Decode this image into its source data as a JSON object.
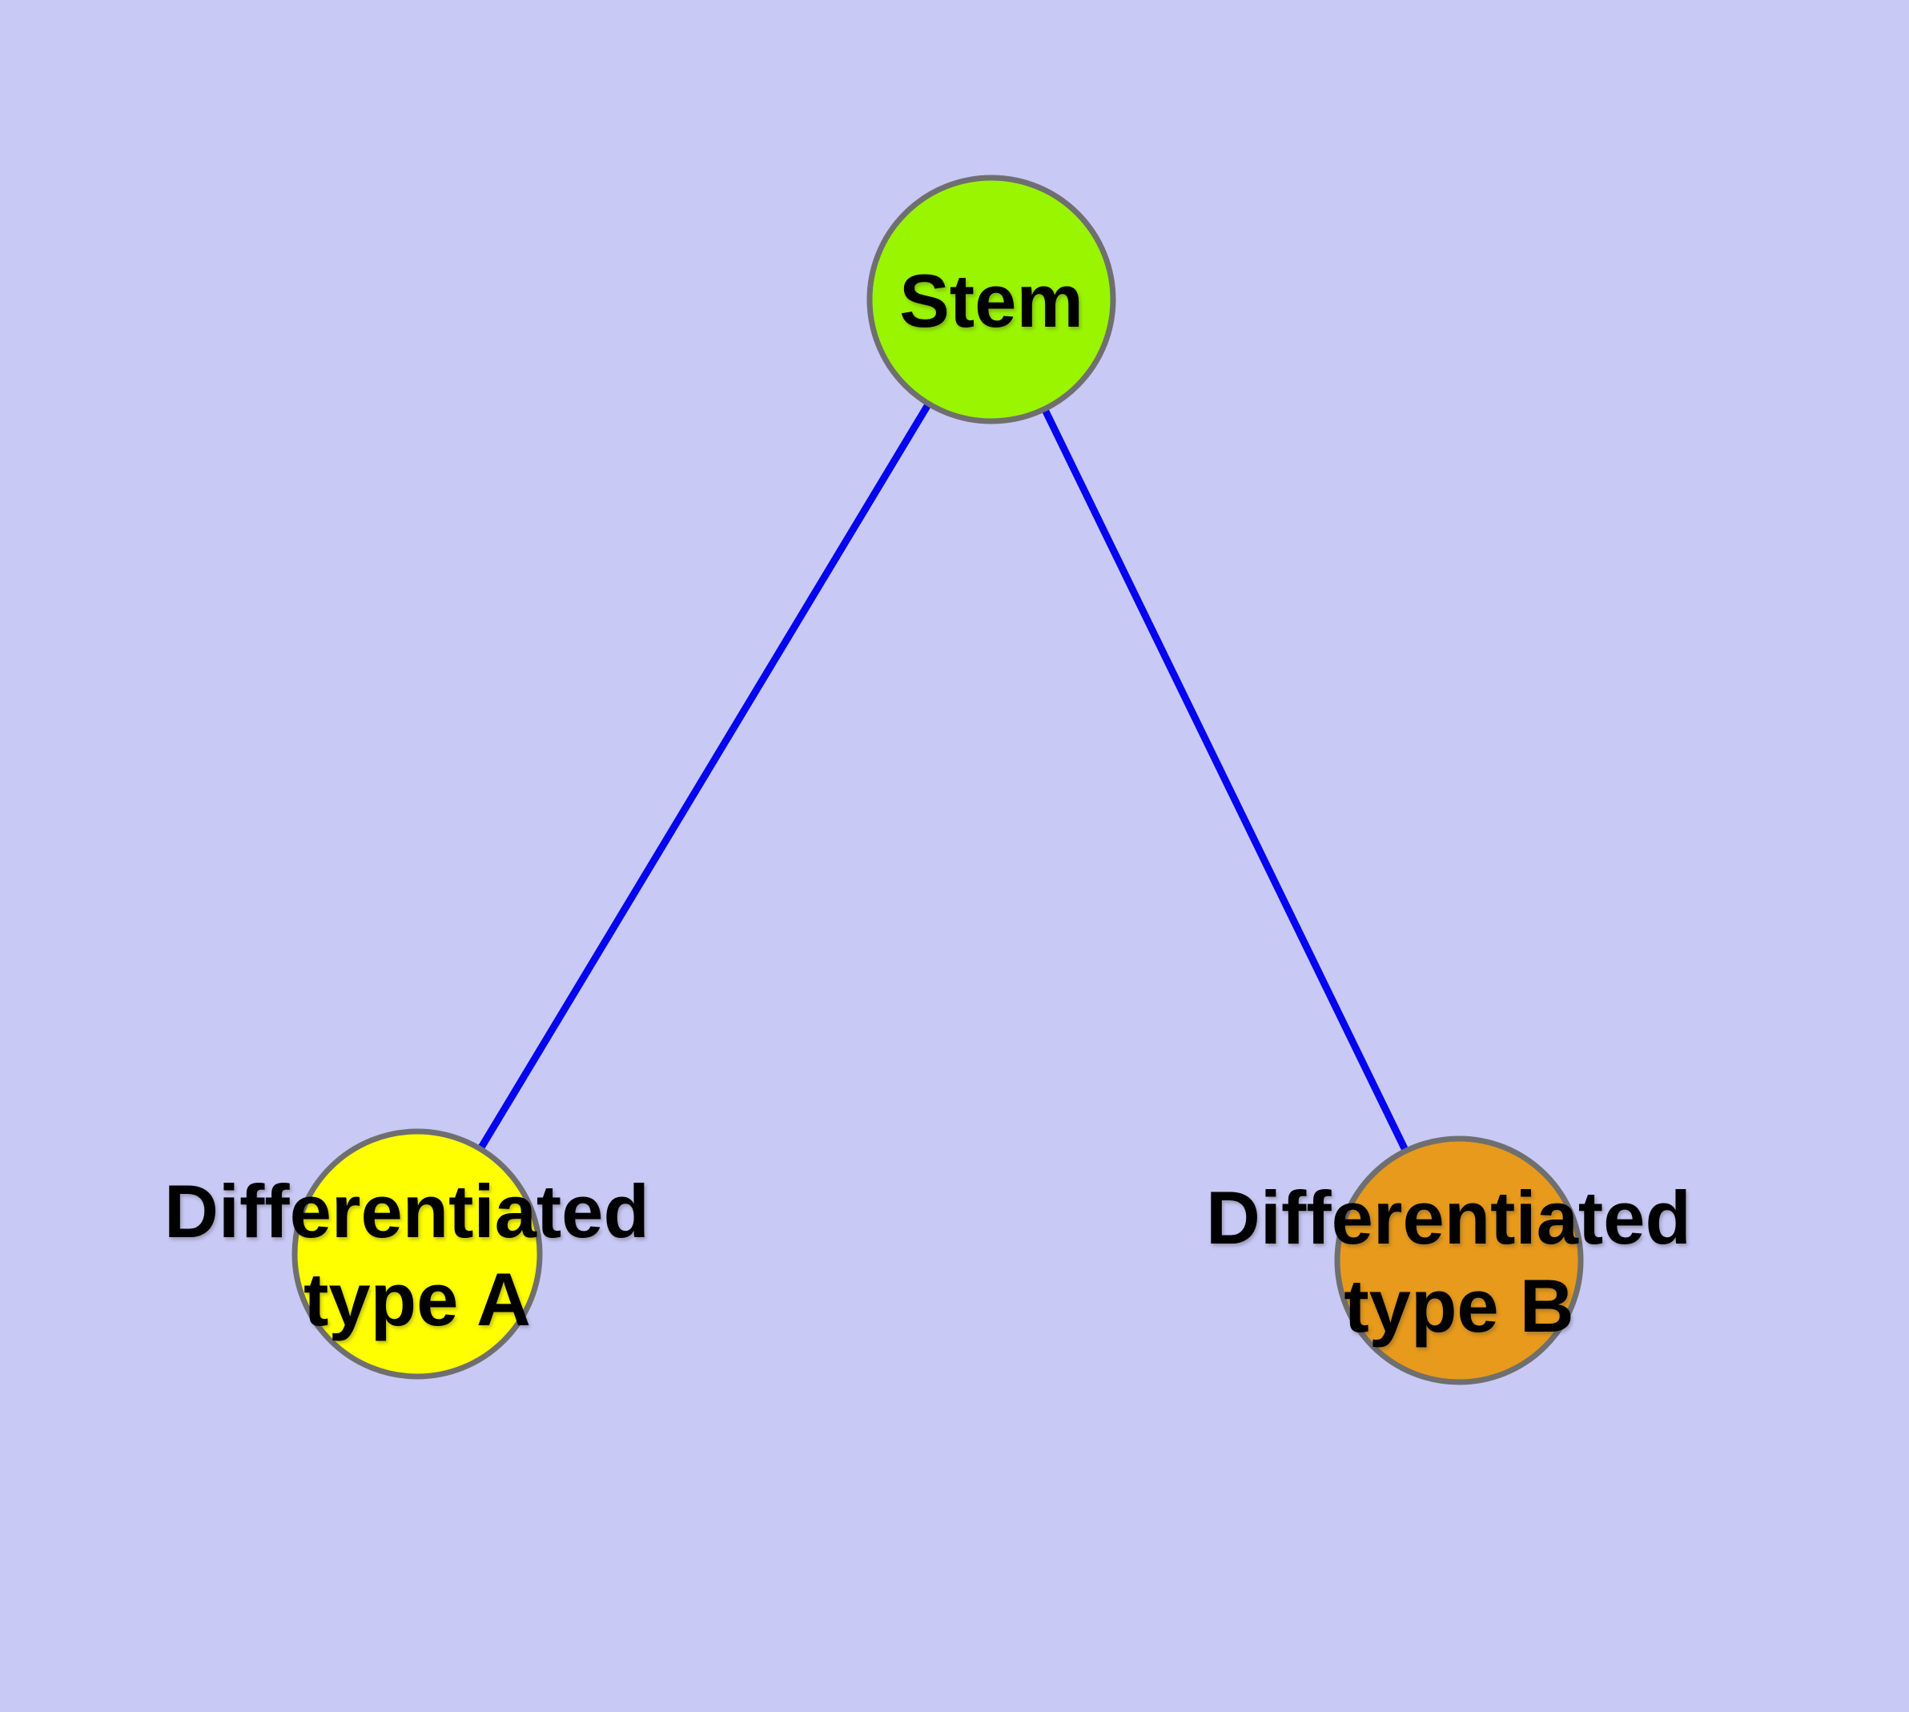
{
  "diagram": {
    "type": "node-link-graph",
    "background_color": "#C9C9F6",
    "edge_color": "#0505EF",
    "node_border_color": "#6F6F6F",
    "label_color": "#000000",
    "nodes": {
      "stem": {
        "id": "stem",
        "label": "Stem",
        "color": "#9AF500"
      },
      "type_a": {
        "id": "type_a",
        "label_line1": "Differentiated",
        "label_line2": "type A",
        "color": "#FFFF00"
      },
      "type_b": {
        "id": "type_b",
        "label_line1": "Differentiated",
        "label_line2": "type B",
        "color": "#E79A1B"
      }
    },
    "edges": [
      {
        "from": "stem",
        "to": "type_a"
      },
      {
        "from": "stem",
        "to": "type_b"
      }
    ]
  }
}
